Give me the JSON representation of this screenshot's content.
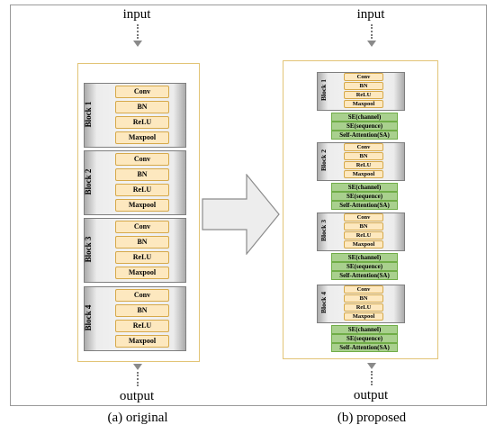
{
  "io": {
    "input": "input",
    "output": "output"
  },
  "captions": {
    "original": "(a) original",
    "proposed": "(b) proposed"
  },
  "block_labels": [
    "Block 1",
    "Block 2",
    "Block 3",
    "Block 4"
  ],
  "layers": [
    "Conv",
    "BN",
    "ReLU",
    "Maxpool"
  ],
  "se_layers": [
    "SE(channel)",
    "SE(sequence)",
    "Self-Attention(SA)"
  ],
  "colors": {
    "layer_fill": "#fde8bf",
    "layer_border": "#d6a94a",
    "se_fill": "#a9d08e",
    "se_border": "#70ad47",
    "panel_border": "#e2c476"
  }
}
